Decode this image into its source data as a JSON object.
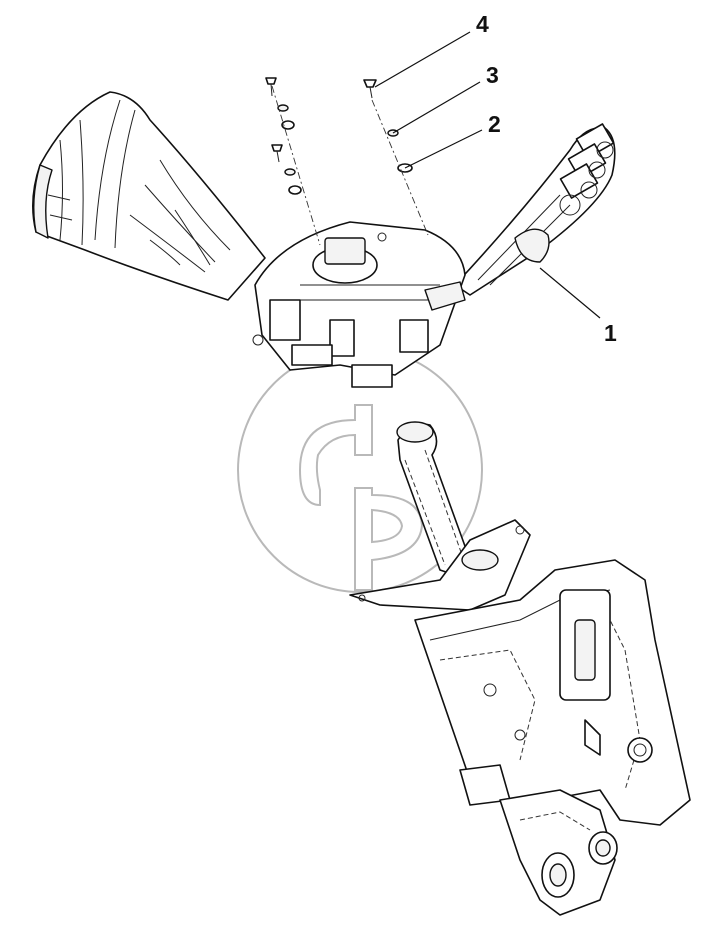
{
  "diagram": {
    "callouts": [
      {
        "id": "4",
        "label": "4"
      },
      {
        "id": "3",
        "label": "3"
      },
      {
        "id": "2",
        "label": "2"
      },
      {
        "id": "1",
        "label": "1"
      }
    ]
  }
}
